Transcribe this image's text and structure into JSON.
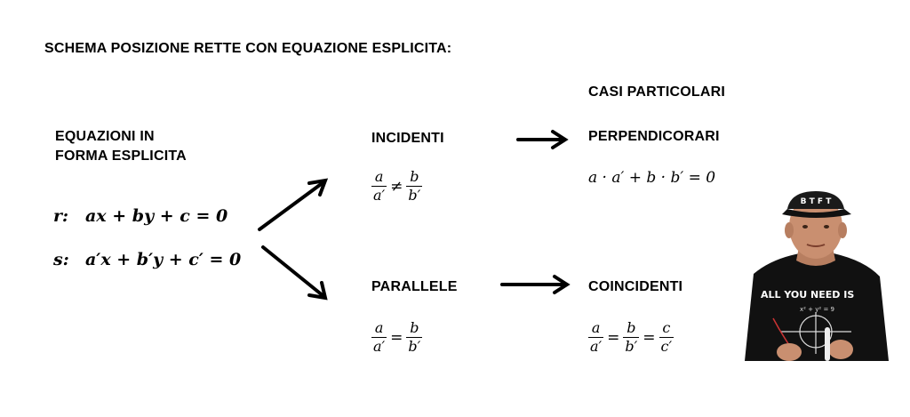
{
  "title": "SCHEMA POSIZIONE RETTE CON EQUAZIONE ESPLICITA:",
  "equations_label_line1": "EQUAZIONI IN",
  "equations_label_line2": "FORMA ESPLICITA",
  "eq_r": {
    "var": "r:",
    "expr": "ax + by + c = 0"
  },
  "eq_s": {
    "var": "s:",
    "expr": "a′x + b′y + c′ = 0"
  },
  "special_cases_label": "CASI PARTICOLARI",
  "incidenti": {
    "label": "INCIDENTI",
    "num1": "a",
    "den1": "a′",
    "op": "≠",
    "num2": "b",
    "den2": "b′"
  },
  "parallele": {
    "label": "PARALLELE",
    "num1": "a",
    "den1": "a′",
    "op": "=",
    "num2": "b",
    "den2": "b′"
  },
  "perpendicolari": {
    "label": "PERPENDICORARI",
    "formula": "a · a′ + b · b′ = 0"
  },
  "coincidenti": {
    "label": "COINCIDENTI",
    "num1": "a",
    "den1": "a′",
    "op1": "=",
    "num2": "b",
    "den2": "b′",
    "op2": "=",
    "num3": "c",
    "den3": "c′"
  },
  "presenter": {
    "cap_text": "B T F T",
    "shirt_text": "ALL YOU NEED IS",
    "shirt_formula": "x² + y² = 9"
  },
  "colors": {
    "text": "#000000",
    "background": "#ffffff",
    "shirt": "#111111",
    "skin": "#c98f70"
  }
}
